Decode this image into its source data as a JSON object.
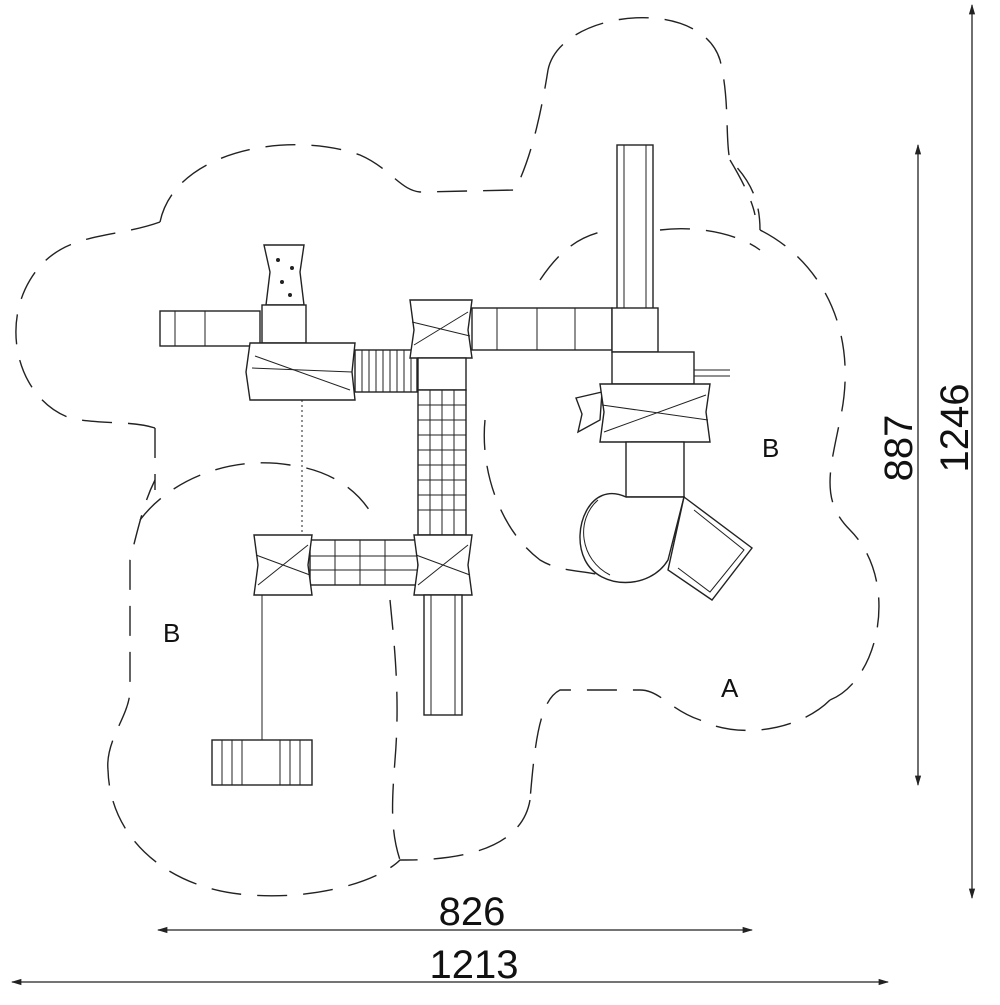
{
  "dimensions": {
    "width_outer": "1213",
    "width_inner": "826",
    "height_outer": "1246",
    "height_inner": "887"
  },
  "zones": {
    "zone_b_left": "B",
    "zone_b_right": "B",
    "zone_a": "A"
  },
  "colors": {
    "line": "#222222",
    "background": "#ffffff"
  }
}
